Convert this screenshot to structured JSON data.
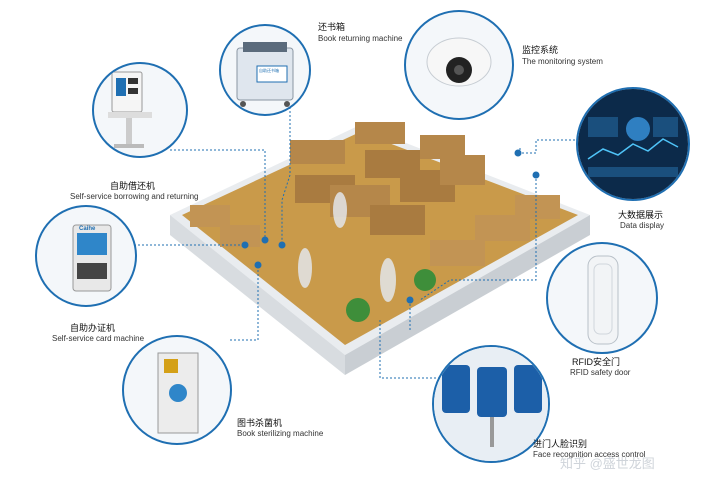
{
  "diagram": {
    "components": [
      {
        "id": "book-return",
        "zh": "还书箱",
        "en": "Book returning machine"
      },
      {
        "id": "monitoring",
        "zh": "监控系统",
        "en": "The monitoring system"
      },
      {
        "id": "self-borrow",
        "zh": "自助借还机",
        "en": "Self-service borrowing and returning"
      },
      {
        "id": "data-display",
        "zh": "大数据展示",
        "en": "Data display"
      },
      {
        "id": "card-machine",
        "zh": "自助办证机",
        "en": "Self-service card machine"
      },
      {
        "id": "rfid-door",
        "zh": "RFID安全门",
        "en": "RFID safety door"
      },
      {
        "id": "sterilizer",
        "zh": "图书杀菌机",
        "en": "Book sterilizing machine"
      },
      {
        "id": "face-recognition",
        "zh": "进门人脸识别",
        "en": "Face recognition access control"
      }
    ],
    "device_texts": {
      "kiosk_logo": "Caihe",
      "return_box_sign": "自助还书箱"
    },
    "watermark": "知乎 @盛世龙图",
    "colors": {
      "accent": "#1f6fb2",
      "floor": "#c99a4a",
      "shelf": "#b5874a"
    }
  }
}
